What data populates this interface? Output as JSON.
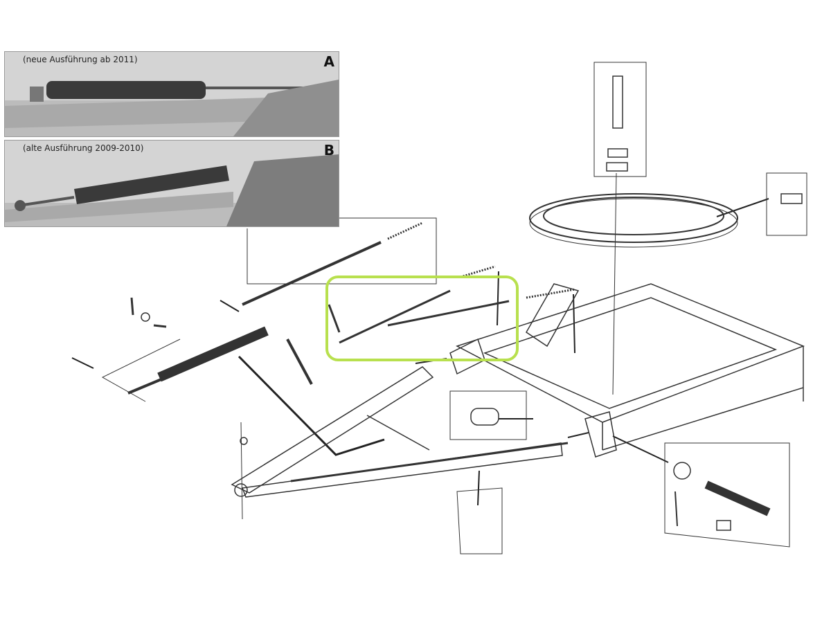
{
  "panels": [
    {
      "letter": "A",
      "caption": "(neue Ausführung ab 2011)"
    },
    {
      "letter": "B",
      "caption": "(alte Ausführung 2009-2010)"
    }
  ],
  "colors": {
    "highlight": "#b8e04e",
    "line": "#333333",
    "photo_bg": "#d4d4d4"
  }
}
